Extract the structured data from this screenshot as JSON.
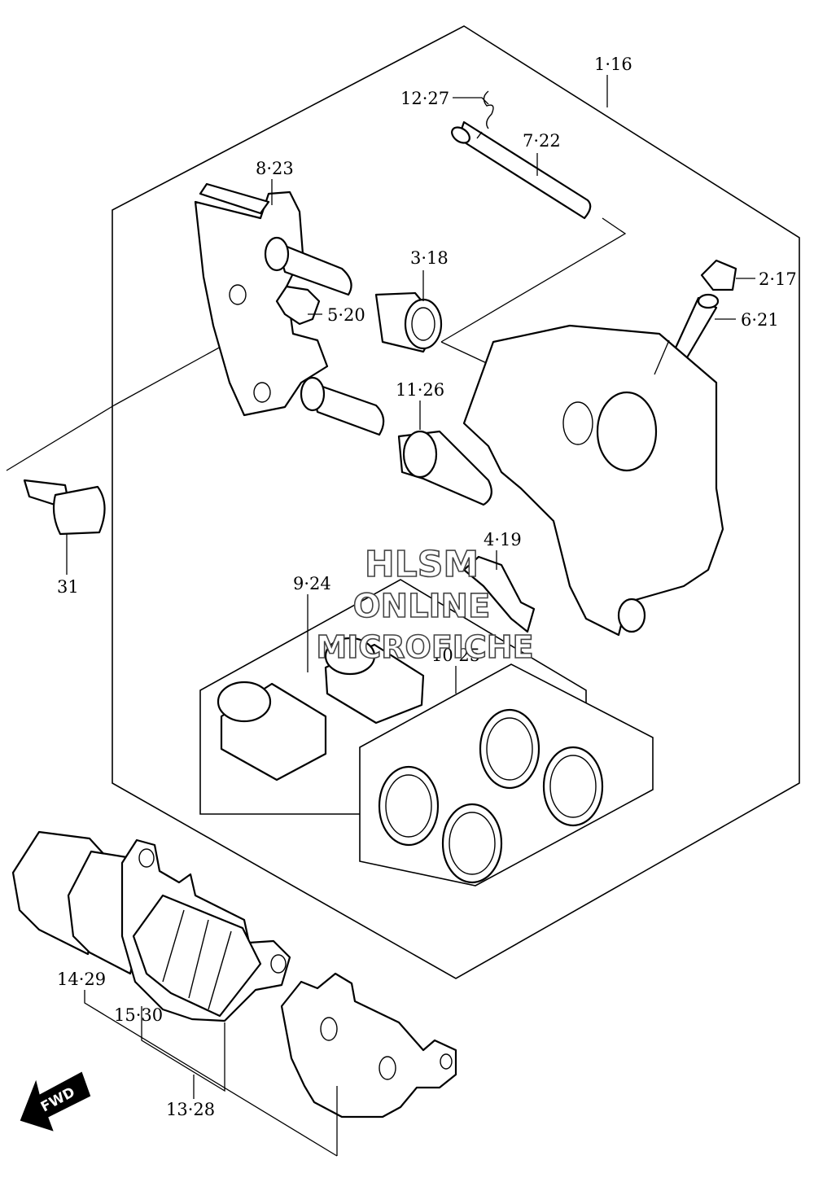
{
  "labels": {
    "p1_16": "1·16",
    "p12_27": "12·27",
    "p7_22": "7·22",
    "p8_23": "8·23",
    "p3_18": "3·18",
    "p2_17": "2·17",
    "p6_21": "6·21",
    "p5_20": "5·20",
    "p11_26": "11·26",
    "p31": "31",
    "p4_19": "4·19",
    "p9_24": "9·24",
    "p10_25": "10·25",
    "p14_29": "14·29",
    "p15_30": "15·30",
    "p13_28": "13·28"
  },
  "watermark": {
    "line1": "HLSM",
    "line2": "ONLINE",
    "line3": "MICROFICHE"
  },
  "fwd_label": "FWD"
}
